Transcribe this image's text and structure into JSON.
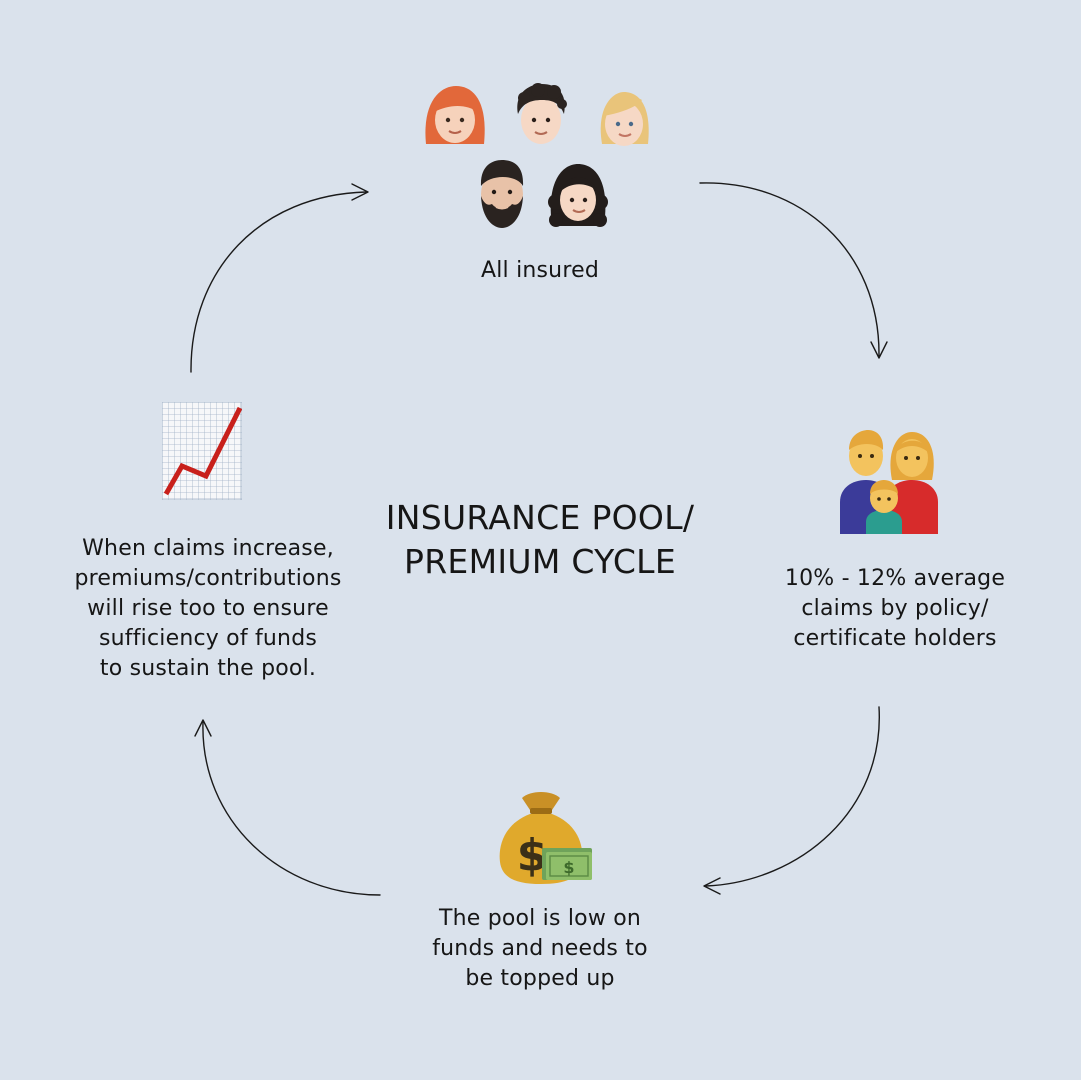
{
  "title": "INSURANCE POOL/\nPREMIUM CYCLE",
  "nodes": {
    "all_insured": {
      "label": "All insured",
      "icon": "people-group-icon"
    },
    "claims": {
      "label": "10% - 12% average\nclaims by policy/\ncertificate holders",
      "icon": "family-icon"
    },
    "pool_low": {
      "label": "The pool is low on\nfunds and needs to\nbe topped up",
      "icon": "money-bag-icon"
    },
    "premium_rise": {
      "label": "When claims increase,\npremiums/contributions\nwill rise too to ensure\nsufficiency of funds\nto sustain the pool.",
      "icon": "chart-increasing-icon"
    }
  },
  "colors": {
    "background": "#dae2ec",
    "text": "#161616",
    "chart_line": "#c8201b",
    "money_bag": "#e0a92c",
    "banknote": "#8fbf6a"
  }
}
